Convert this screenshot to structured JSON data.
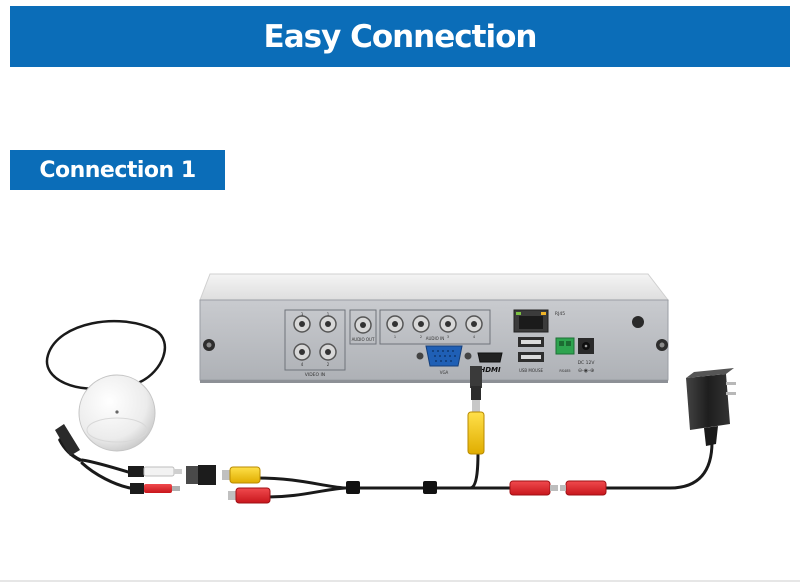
{
  "header": {
    "title": "Easy Connection"
  },
  "section": {
    "title": "Connection 1"
  },
  "dvr": {
    "video_in_label": "VIDEO IN",
    "video_in_numbers": [
      "3",
      "1",
      "4",
      "2"
    ],
    "audio_out_label": "AUDIO OUT",
    "audio_in_label": "AUDIO IN",
    "audio_in_numbers": [
      "1",
      "2",
      "3",
      "4"
    ],
    "vga_label": "VGA",
    "hdmi_label": "HDMI",
    "rj45_label": "RJ45",
    "usb_label": "USB MOUSE",
    "rs485_label": "RS485",
    "dc_label": "DC 12V"
  },
  "colors": {
    "brand": "#0b6db8",
    "video_plug": "#f1c40f",
    "audio_plug": "#e3262b",
    "white_plug": "#f2f2f2"
  }
}
